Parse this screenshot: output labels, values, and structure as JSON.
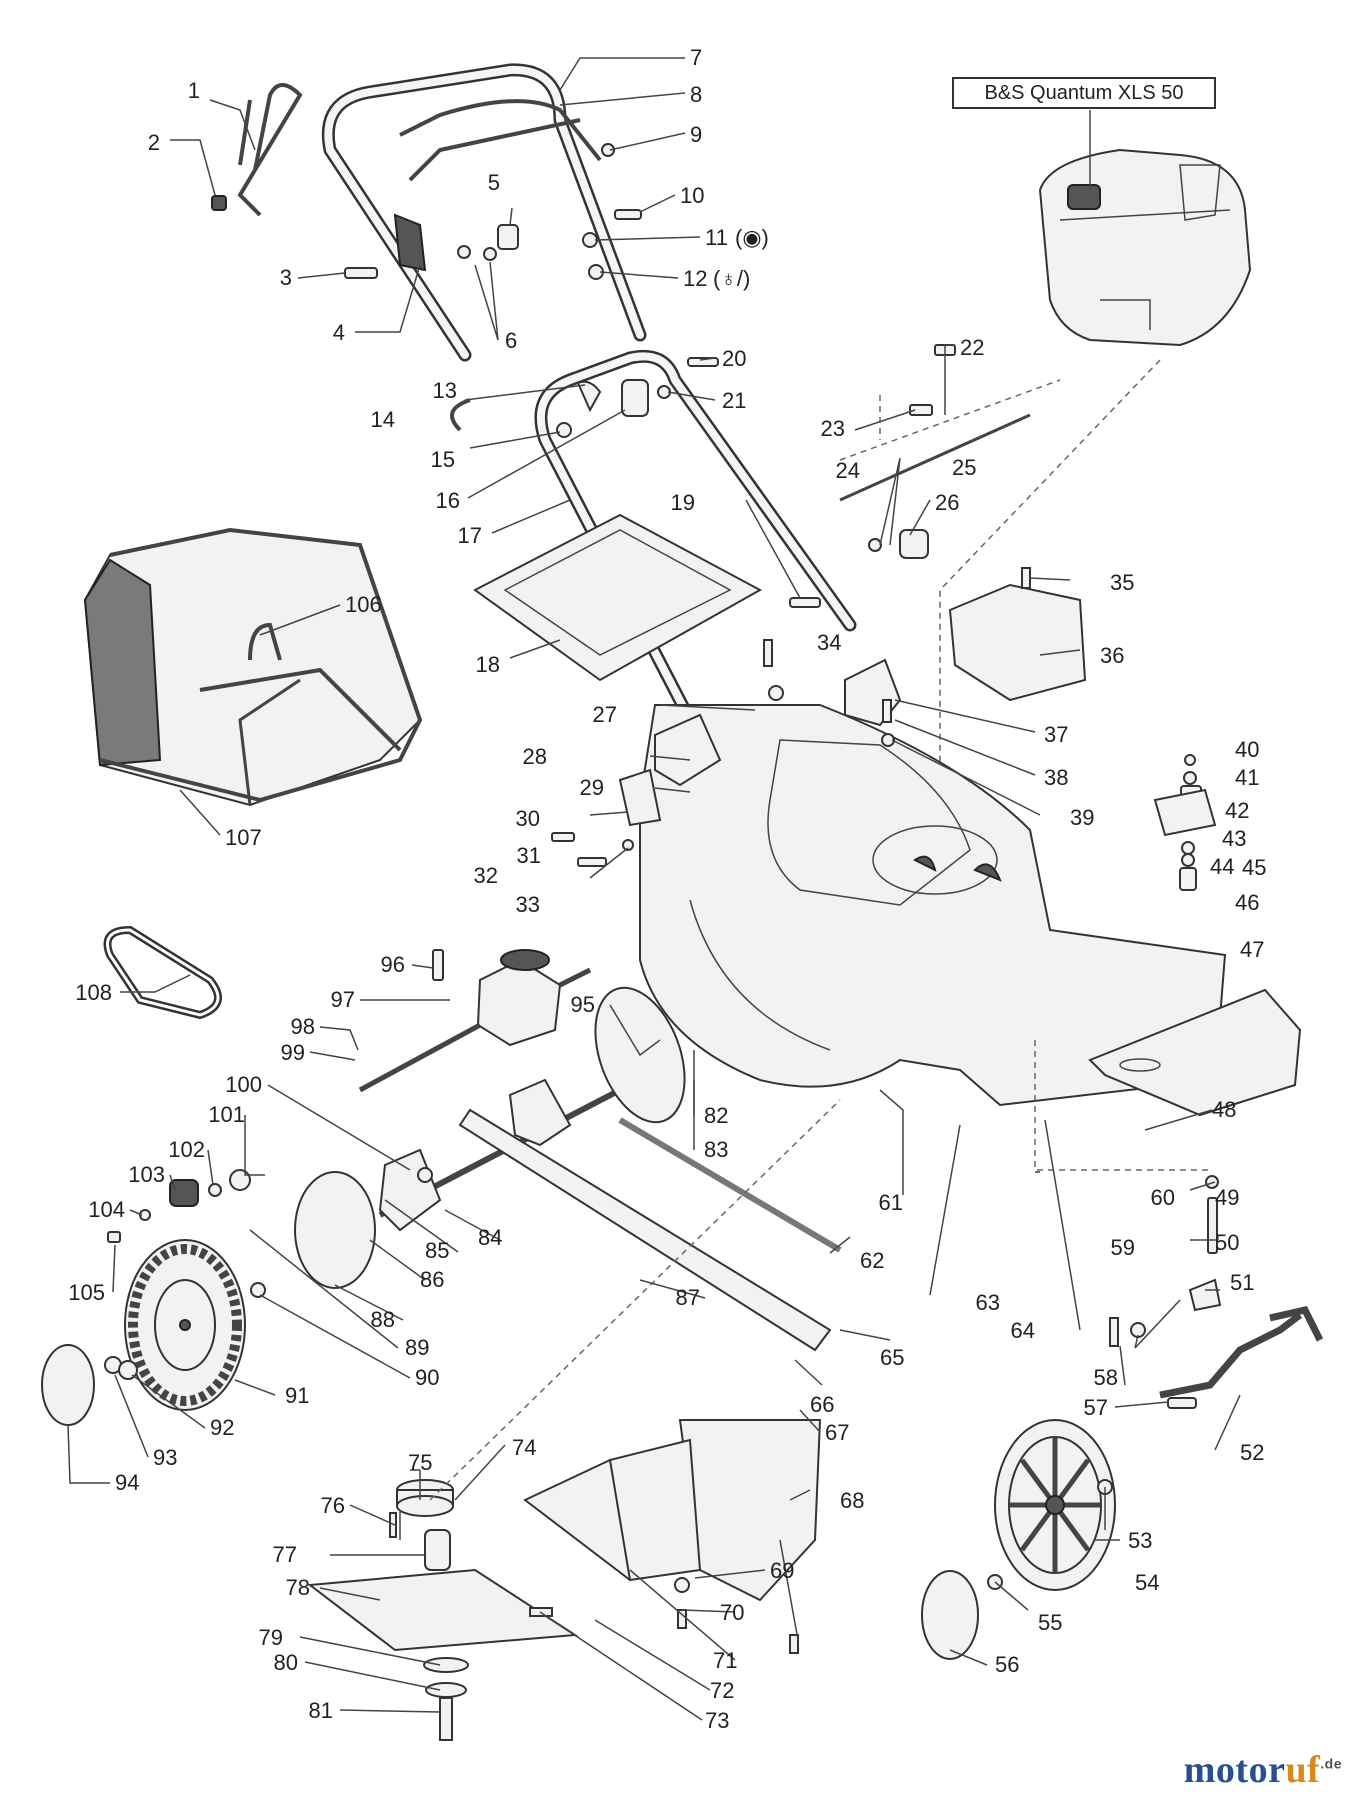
{
  "engine_label": "B&S Quantum XLS 50",
  "brand": {
    "part1": "motor",
    "part2": "uf",
    "suffix": ".de"
  },
  "callouts": [
    "1",
    "2",
    "3",
    "4",
    "5",
    "6",
    "7",
    "8",
    "9",
    "10",
    "11",
    "12",
    "13",
    "14",
    "15",
    "16",
    "17",
    "18",
    "19",
    "20",
    "21",
    "22",
    "23",
    "24",
    "25",
    "26",
    "27",
    "28",
    "29",
    "30",
    "31",
    "32",
    "33",
    "34",
    "35",
    "36",
    "37",
    "38",
    "39",
    "40",
    "41",
    "42",
    "43",
    "44",
    "45",
    "46",
    "47",
    "48",
    "49",
    "50",
    "51",
    "52",
    "53",
    "54",
    "55",
    "56",
    "57",
    "58",
    "59",
    "60",
    "61",
    "62",
    "63",
    "64",
    "65",
    "66",
    "67",
    "68",
    "69",
    "70",
    "71",
    "72",
    "73",
    "74",
    "75",
    "76",
    "77",
    "78",
    "79",
    "80",
    "81",
    "82",
    "83",
    "84",
    "85",
    "86",
    "87",
    "88",
    "89",
    "90",
    "91",
    "92",
    "93",
    "94",
    "95",
    "96",
    "97",
    "98",
    "99",
    "100",
    "101",
    "102",
    "103",
    "104",
    "105",
    "106",
    "107",
    "108"
  ],
  "notes": {
    "n11": "(◉)",
    "n12": "(♁/)"
  },
  "colors": {
    "line": "#333333",
    "part_fill": "#f2f2f2",
    "brand_blue": "#2a4f8f",
    "brand_orange": "#d8891a"
  }
}
